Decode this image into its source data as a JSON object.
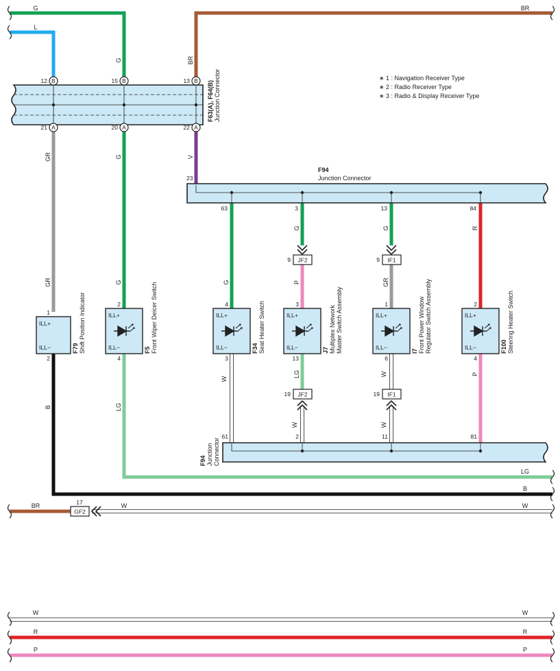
{
  "colors": {
    "G": "#12a055",
    "L": "#22aaee",
    "BR": "#a55a35",
    "GR": "#9a9a9a",
    "V": "#7a3a99",
    "R": "#e0232a",
    "P": "#ee88bb",
    "LG": "#7ecc99",
    "B": "#111111",
    "W": "#ffffff",
    "connector_fill": "#cde8f6"
  },
  "wire_colors": {
    "g": "G",
    "l": "L",
    "br": "BR",
    "gr": "GR",
    "v": "V",
    "r": "R",
    "p": "P",
    "lg": "LG",
    "b": "B",
    "w": "W"
  },
  "top_connector": {
    "name": "F63(A), F64(B)",
    "desc": "Junction Connector",
    "pins_top": [
      {
        "num": "12",
        "letter": "B"
      },
      {
        "num": "15",
        "letter": "B"
      },
      {
        "num": "13",
        "letter": "B"
      }
    ],
    "pins_bottom": [
      {
        "num": "21",
        "letter": "A"
      },
      {
        "num": "20",
        "letter": "A"
      },
      {
        "num": "22",
        "letter": "A"
      }
    ]
  },
  "legend": [
    "∗ 1 : Navigation Receiver Type",
    "∗ 2 : Radio Receiver Type",
    "∗ 3 : Radio & Display Receiver Type"
  ],
  "f94_top": {
    "name": "F94",
    "desc": "Junction Connector",
    "pin_in": "23",
    "pins": [
      "63",
      "3",
      "13",
      "84"
    ]
  },
  "f94_bottom": {
    "name": "F94",
    "desc_line1": "Junction",
    "desc_line2": "Connector",
    "pins": [
      "61",
      "2",
      "11",
      "81"
    ]
  },
  "inline_connectors": {
    "jf2_top": {
      "pin": "9",
      "label": "JF2"
    },
    "if1_top": {
      "pin": "9",
      "label": "IF1"
    },
    "jf2_bottom": {
      "pin": "19",
      "label": "JF2"
    },
    "if1_bottom": {
      "pin": "19",
      "label": "IF1"
    },
    "gf2": {
      "pin": "17",
      "label": "GF2"
    }
  },
  "devices": [
    {
      "id": "F79",
      "line1": "Shift Position Indicator",
      "line2": "",
      "pin_top": "1",
      "pin_bottom": "2",
      "ill_plus": "ILL+",
      "ill_minus": "ILL−",
      "led": false
    },
    {
      "id": "F5",
      "line1": "Front Wiper Deicer Switch",
      "line2": "",
      "pin_top": "2",
      "pin_bottom": "4",
      "ill_plus": "ILL+",
      "ill_minus": "ILL−",
      "led": true
    },
    {
      "id": "F34",
      "line1": "Seat Heater Switch",
      "line2": "",
      "pin_top": "4",
      "pin_bottom": "3",
      "ill_plus": "ILL+",
      "ill_minus": "ILL−",
      "led": true
    },
    {
      "id": "J7",
      "line1": "Multiplex Network",
      "line2": "Master Switch Assembly",
      "pin_top": "3",
      "pin_bottom": "13",
      "ill_plus": "ILL+",
      "ill_minus": "ILL−",
      "led": true
    },
    {
      "id": "I7",
      "line1": "Front Power Window",
      "line2": "Regulator Switch Assembly",
      "pin_top": "1",
      "pin_bottom": "6",
      "ill_plus": "ILL+",
      "ill_minus": "ILL−",
      "led": true
    },
    {
      "id": "F100",
      "line1": "Steering Heater Switch",
      "line2": "",
      "pin_top": "2",
      "pin_bottom": "4",
      "ill_plus": "ILL+",
      "ill_minus": "ILL−",
      "led": true
    }
  ],
  "wire_labels": {
    "top_g": "G",
    "top_l": "L",
    "top_br": "BR",
    "v_g": "G",
    "v_br": "BR",
    "gr1": "GR",
    "g2": "G",
    "v3": "V",
    "gr_lower": "GR",
    "g_lower": "G",
    "c1_g": "G",
    "c1_g2": "G",
    "c2_g": "G",
    "c2_p": "P",
    "c3_g": "G",
    "c3_gr": "GR",
    "c4_r": "R",
    "c1_w": "W",
    "c2_lg": "LG",
    "c2_w": "W",
    "c3_w": "W",
    "c3_w2": "W",
    "c4_p": "P",
    "b_vert": "B",
    "lg_vert": "LG",
    "lg_bus": "LG",
    "b_bus": "B",
    "gf2_br": "BR",
    "gf2_w": "W",
    "gf2_w_right": "W",
    "bot_w_left": "W",
    "bot_w_right": "W",
    "bot_r_left": "R",
    "bot_r_right": "R",
    "bot_p_left": "P",
    "bot_p_right": "P"
  }
}
